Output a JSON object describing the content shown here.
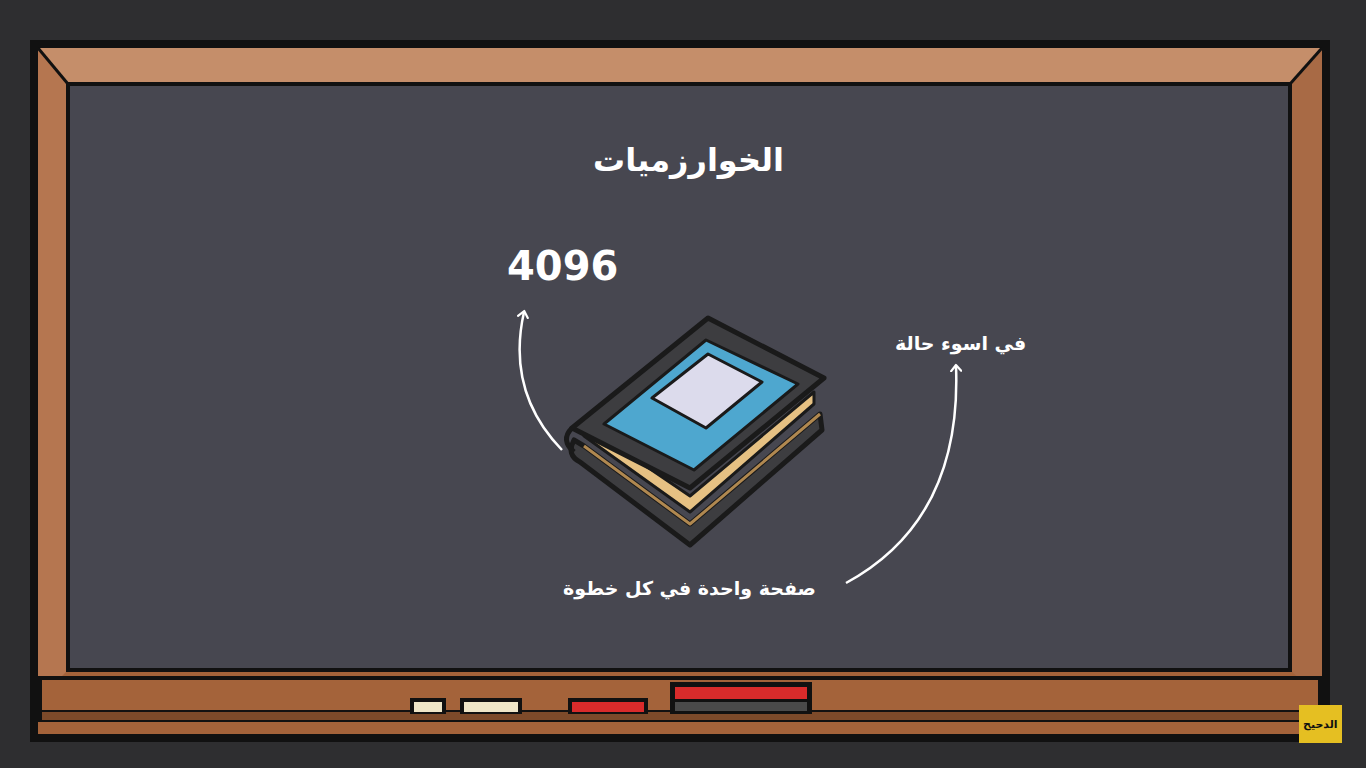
{
  "diagram": {
    "title": "الخوارزميات",
    "labels": [
      "4096",
      "في اسوء حالة",
      "صفحة واحدة في كل خطوة",
      "الدحيح"
    ]
  }
}
